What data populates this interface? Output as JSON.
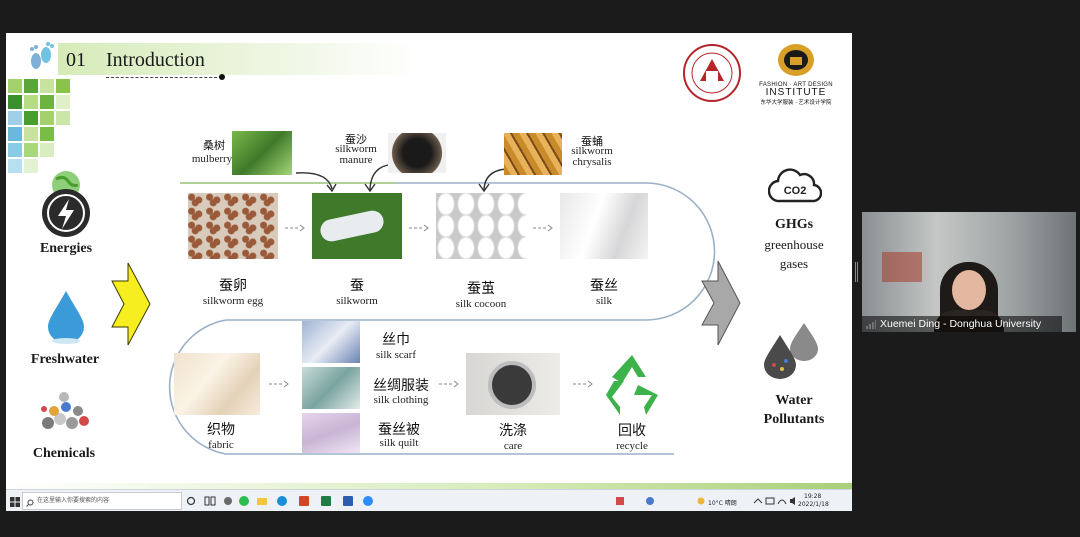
{
  "slide": {
    "number": "01",
    "title": "Introduction",
    "logo_institute": {
      "line1": "FASHION · ART DESIGN",
      "line2": "INSTITUTE",
      "line3": "东华大学服装 · 艺术设计学院"
    },
    "inputs": [
      {
        "label": "Energies",
        "icon": "lightning-icon"
      },
      {
        "label": "Freshwater",
        "icon": "water-drop-icon"
      },
      {
        "label": "Chemicals",
        "icon": "chemical-pile-icon"
      }
    ],
    "top_sources": [
      {
        "cn": "桑树",
        "en": "mulberry"
      },
      {
        "cn": "蚕沙",
        "en1": "silkworm",
        "en2": "manure"
      },
      {
        "cn": "蚕蛹",
        "en1": "silkworm",
        "en2": "chrysalis"
      }
    ],
    "row1": [
      {
        "cn": "蚕卵",
        "en": "silkworm egg"
      },
      {
        "cn": "蚕",
        "en": "silkworm"
      },
      {
        "cn": "蚕茧",
        "en": "silk cocoon"
      },
      {
        "cn": "蚕丝",
        "en": "silk"
      }
    ],
    "row2": {
      "fabric": {
        "cn": "织物",
        "en": "fabric"
      },
      "products": [
        {
          "cn": "丝巾",
          "en": "silk scarf"
        },
        {
          "cn": "丝绸服装",
          "en": "silk clothing"
        },
        {
          "cn": "蚕丝被",
          "en": "silk quilt"
        }
      ],
      "care": {
        "cn": "洗涤",
        "en": "care"
      },
      "recycle": {
        "cn": "回收",
        "en": "recycle"
      }
    },
    "outputs": {
      "co2_icon_text": "CO2",
      "ghg_title": "GHGs",
      "ghg_line1": "greenhouse",
      "ghg_line2": "gases",
      "water_line1": "Water",
      "water_line2": "Pollutants"
    }
  },
  "video": {
    "participant_name": "Xuemei Ding - Donghua University"
  },
  "taskbar": {
    "search_placeholder": "在这里输入你要搜索的内容",
    "weather": "10°C 晴朗",
    "time": "19:28",
    "date": "2022/1/18"
  },
  "colors": {
    "band_green": "#d6ebb8",
    "flow_line": "#9ab0c8",
    "flow_line_green": "#a9cf7a",
    "yellow_arrow": "#f7ee1f",
    "gray_arrow": "#a8a8a8",
    "recycle_green": "#3db24a"
  }
}
